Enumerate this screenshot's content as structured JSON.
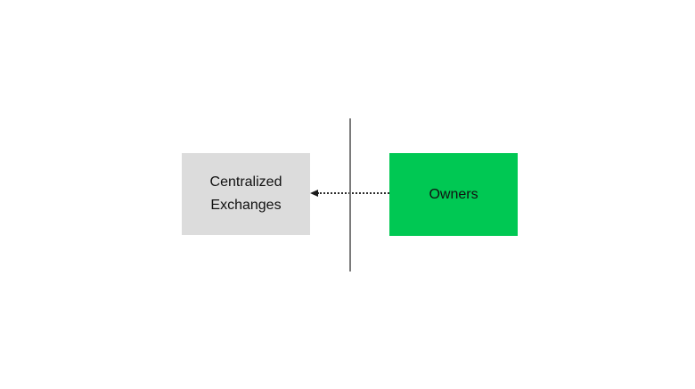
{
  "diagram": {
    "background_color": "#ffffff",
    "nodes": [
      {
        "id": "centralized-exchanges",
        "label": "Centralized Exchanges",
        "fill_color": "#dcdcdc",
        "text_color": "#111111"
      },
      {
        "id": "owners",
        "label": "Owners",
        "fill_color": "#00c853",
        "text_color": "#111111"
      }
    ],
    "divider": {
      "orientation": "vertical",
      "color": "#7a7a7a"
    },
    "arrow": {
      "from": "owners",
      "to": "centralized-exchanges",
      "direction": "left",
      "line_style": "dotted",
      "color": "#2b2b2b"
    }
  }
}
